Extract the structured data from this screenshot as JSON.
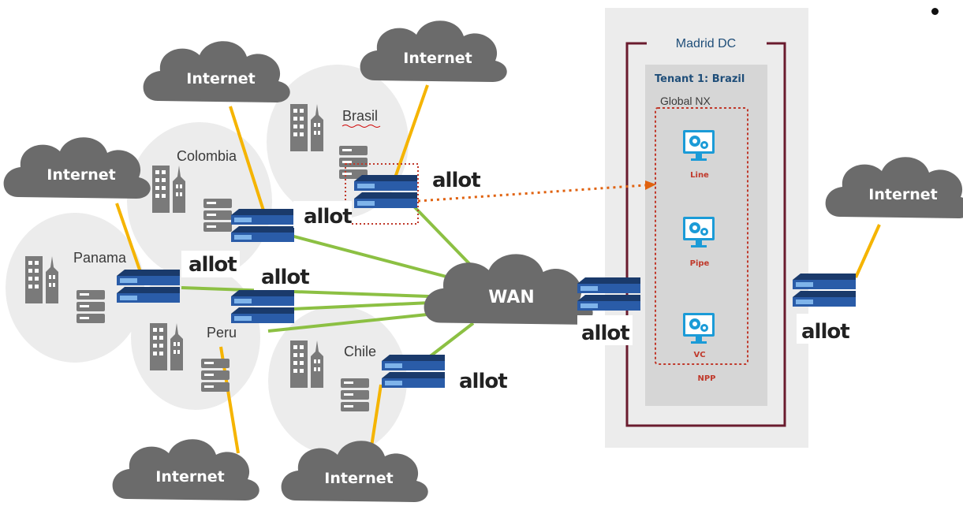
{
  "clouds": {
    "panama": "Internet",
    "colombia": "Internet",
    "brasil": "Internet",
    "peru": "Internet",
    "chile": "Internet",
    "right": "Internet"
  },
  "sites": {
    "panama": "Panama",
    "colombia": "Colombia",
    "brasil": "Brasil",
    "peru": "Peru",
    "chile": "Chile"
  },
  "wan": "WAN",
  "brand": "allot",
  "datacenter": {
    "title": "Madrid DC",
    "tenant": "Tenant 1: Brazil",
    "global": "Global NX",
    "nodes": [
      "Line",
      "Pipe",
      "VC"
    ],
    "npp": "NPP"
  },
  "colors": {
    "cloud": "#6b6b6b",
    "site_bg": "#ececec",
    "wan_link": "#8cc043",
    "internet_link": "#f5b400",
    "dc_frame": "#6a1b2e",
    "highlight": "#c0392b",
    "arrow": "#e0620f",
    "brand_accent": "#e53325",
    "tenant_text": "#1f4e79"
  },
  "icons": [
    "cloud-icon",
    "building-icon",
    "server-icon",
    "network-appliance-icon",
    "monitor-gear-icon"
  ]
}
